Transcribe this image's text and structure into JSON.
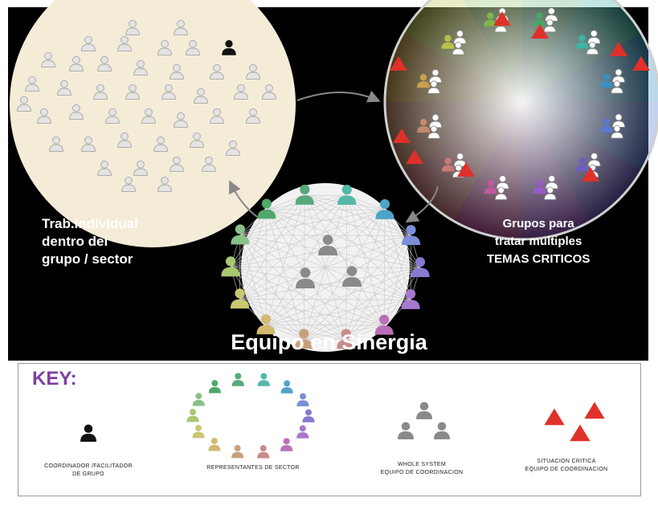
{
  "labels": {
    "individual_work": "Trab.individual\ndentro del\ngrupo / sector",
    "groups": "Grupos para\ntratar multiples\nTEMAS CRITICOS",
    "synergy": "Equipo en Sinergia"
  },
  "key": {
    "title": "KEY:",
    "coordinator": "COORDINADOR /FACILITADOR\nDE GRUPO",
    "representatives": "REPRESENTANTES DE SECTOR",
    "whole_system": "WHOLE SYSTEM\nEQUIPO DE COORDINACION",
    "critical": "SITUACION CRITICA\nEQUIPO DE COORDINACION"
  },
  "colors": {
    "sector": [
      "#4aa66a",
      "#3fb3a0",
      "#3a8fc0",
      "#5a7ad0",
      "#6d5fc0",
      "#9a5ac8",
      "#c05aa0",
      "#c9797a",
      "#c48a6a",
      "#c9a04a",
      "#b8c04a",
      "#7fb84a"
    ],
    "critical": "#e0302a",
    "coordinator": "#111111",
    "member": "#e4e4e4",
    "whole": "#8a8a8a"
  }
}
